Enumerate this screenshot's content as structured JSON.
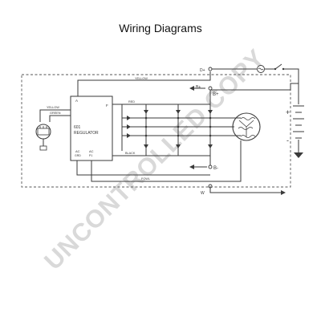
{
  "title": "Wiring Diagrams",
  "watermark": "UNCONTROLLED COPY",
  "labels": {
    "d_plus": "D+",
    "b_plus_top": "B+",
    "b_plus_node": "B+",
    "b_minus": "B-",
    "w_terminal": "W",
    "regulator_model": "601",
    "regulator_name": "REGULATOR",
    "reg_a": "A",
    "reg_f": "F",
    "reg_ac_left": "AC",
    "reg_ac_left_sub": "GRD",
    "reg_ac_right": "AC",
    "reg_ac_right_sub": "P1",
    "wire_yellow": "YELLOW",
    "wire_yellow_left": "YELLOW",
    "wire_green": "GREEN",
    "wire_red": "RED",
    "wire_black": "BLACK",
    "wire_fowl": "FOWL",
    "plus_sign": "+",
    "minus_sign": "-"
  },
  "colors": {
    "line": "#3a3a3a",
    "watermark": "#d9d9d9"
  }
}
